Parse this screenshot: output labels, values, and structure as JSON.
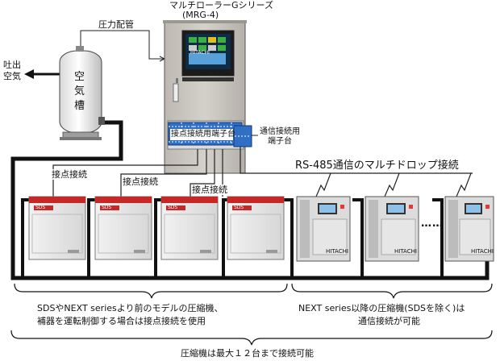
{
  "title": {
    "line1": "マルチローラーGシリーズ",
    "line2": "(MRG-4)"
  },
  "labels": {
    "pressure_pipe": "圧力配管",
    "discharge_line1": "吐出",
    "discharge_line2": "空気",
    "air_tank_line1": "空",
    "air_tank_line2": "気",
    "air_tank_line3": "槽",
    "contact_terminal": "接点接続用端子台",
    "comm_terminal_line1": "通信接続用",
    "comm_terminal_line2": "端子台",
    "rs485": "RS-485通信のマルチドロップ接続",
    "contact_conn_1": "接点接続",
    "contact_conn_2": "接点接続",
    "contact_conn_3": "接点接続",
    "ellipsis": "……",
    "controller_brand": "HITACHI"
  },
  "compressors": {
    "sds_badge": "SDS",
    "next_brand": "HITACHI",
    "next_count": 3,
    "sds_count": 4
  },
  "notes": {
    "left_line1": "SDSやNEXT seriesより前のモデルの圧縮機、",
    "left_line2": "補器を運転制御する場合は接点接続を使用",
    "right_line1": "NEXT series以降の圧縮機(SDSを除く)は",
    "right_line2": "通信接続が可能",
    "bottom": "圧縮機は最大１２台まで接続可能"
  },
  "colors": {
    "cabinet": "#c9c6c0",
    "terminal_blue": "#2f6fc4",
    "sds_red": "#c62828",
    "next_gray": "#d8d8d8",
    "screen_green": "#3cb043"
  }
}
